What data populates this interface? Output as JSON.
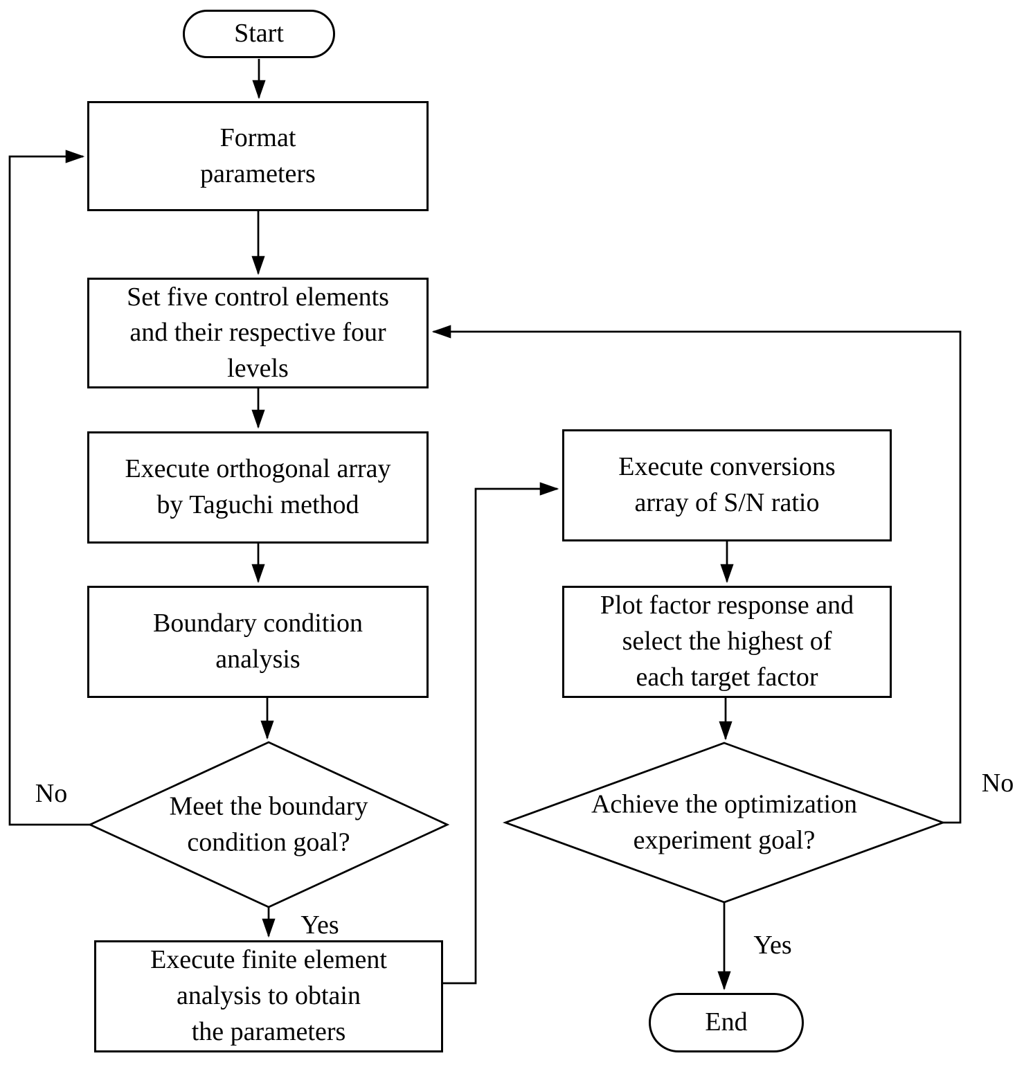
{
  "colors": {
    "background": "#ffffff",
    "line": "#000000",
    "text": "#000000",
    "node_fill": "#ffffff"
  },
  "nodes": {
    "start": {
      "label": "Start"
    },
    "format_parameters": {
      "label": "Format\nparameters"
    },
    "set_control_elements": {
      "label": "Set five control elements\nand their respective four\nlevels"
    },
    "orthogonal_array": {
      "label": "Execute orthogonal array\nby Taguchi method"
    },
    "boundary_condition": {
      "label": "Boundary condition\nanalysis"
    },
    "boundary_decision": {
      "label": "Meet the boundary\ncondition goal?"
    },
    "finite_element": {
      "label": "Execute finite element\nanalysis to obtain\nthe parameters"
    },
    "sn_ratio_conversion": {
      "label": "Execute conversions\narray of S/N ratio"
    },
    "plot_factor_response": {
      "label": "Plot factor response and\nselect the highest of\neach target factor"
    },
    "optimization_decision": {
      "label": "Achieve the optimization\nexperiment goal?"
    },
    "end": {
      "label": "End"
    }
  },
  "edge_labels": {
    "boundary_no": "No",
    "boundary_yes": "Yes",
    "optimization_no": "No",
    "optimization_yes": "Yes"
  }
}
